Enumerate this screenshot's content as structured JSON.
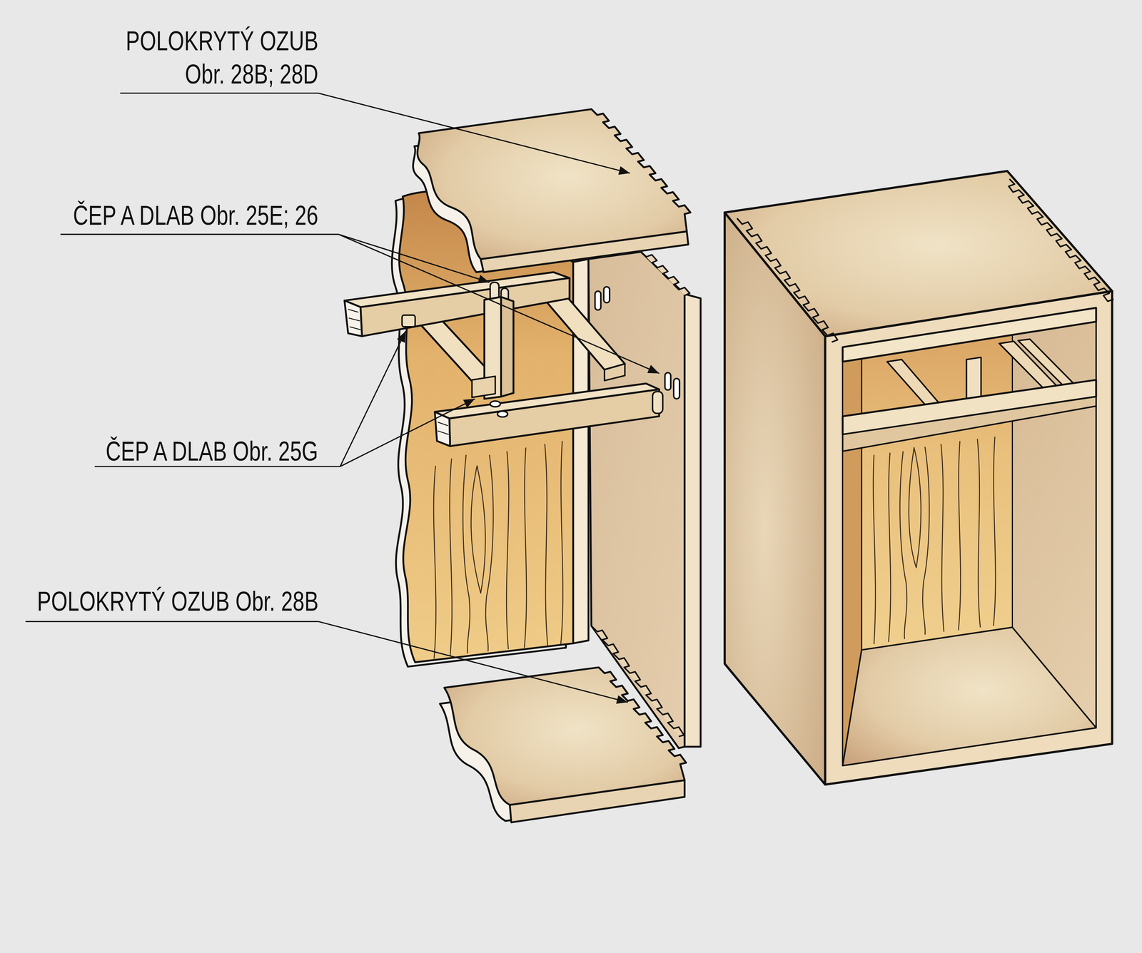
{
  "diagram": {
    "labels": [
      "POLOKRYTÝ OZUB Obr. 28B; 28D",
      "ČEP A DLAB Obr. 25E; 26",
      "ČEP A DLAB Obr. 25G",
      "POLOKRYTÝ OZUB Obr. 28B"
    ]
  }
}
